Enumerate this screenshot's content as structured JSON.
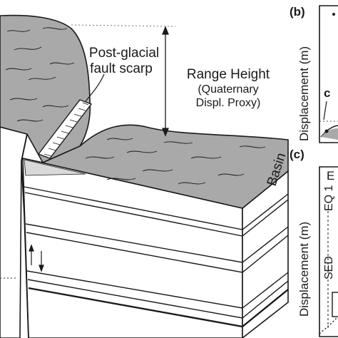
{
  "diagram": {
    "fault_scarp_label_line1": "Post-glacial",
    "fault_scarp_label_line2": "fault scarp",
    "range_height_line1": "Range Height",
    "range_height_line2": "(Quaternary",
    "range_height_line3": "Displ. Proxy)",
    "basin_label": "Basin"
  },
  "panel_b": {
    "letter": "(b)",
    "ylabel": "Displacement (m)",
    "marker": "c"
  },
  "panel_c": {
    "letter": "(c)",
    "ylabel": "Displacement (m)",
    "eq_label": "EQ 1",
    "sed_label": "SED",
    "partial_label": "E"
  },
  "colors": {
    "surface": "#a9a9a9",
    "outline": "#1a1a1a",
    "layers": "#ffffff"
  }
}
